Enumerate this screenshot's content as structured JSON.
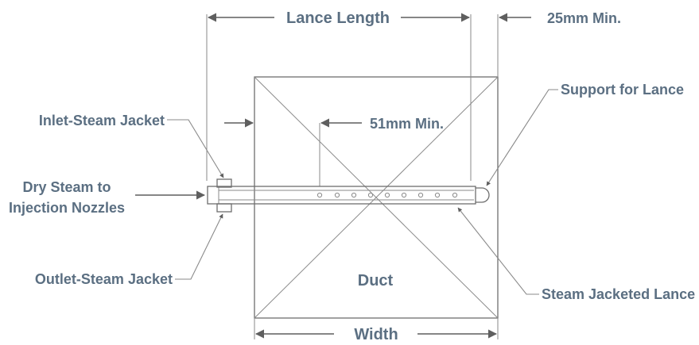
{
  "labels": {
    "lance_length": "Lance Length",
    "min_25": "25mm Min.",
    "support": "Support for Lance",
    "inlet": "Inlet-Steam Jacket",
    "min_51": "51mm Min.",
    "dry_steam_line1": "Dry Steam to",
    "dry_steam_line2": "Injection Nozzles",
    "outlet": "Outlet-Steam Jacket",
    "duct": "Duct",
    "jacketed_lance": "Steam Jacketed Lance",
    "width": "Width"
  },
  "colors": {
    "label": "#5b6f82",
    "line": "#6e6e6e"
  }
}
